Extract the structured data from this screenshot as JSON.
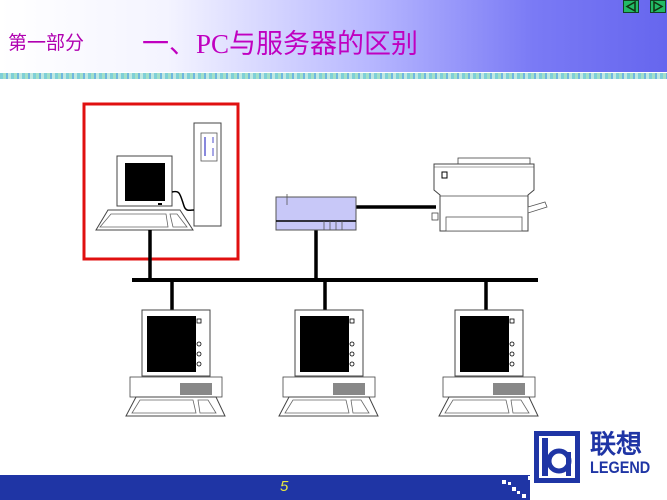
{
  "header": {
    "section": "第一部分",
    "title": "一、PC与服务器的区别",
    "nav": [
      {
        "name": "previous-slide",
        "icon": "triangle-left-icon"
      },
      {
        "name": "next-slide",
        "icon": "triangle-right-icon"
      }
    ]
  },
  "diagram": {
    "highlighted_device": "pc-with-tower",
    "highlight_color": "#e01010",
    "devices": [
      "highlighted-pc",
      "network-hub",
      "printer",
      "client-pc-1",
      "client-pc-2",
      "client-pc-3"
    ]
  },
  "footer": {
    "page_number": "5",
    "bar_color": "#1f35a5",
    "logo_cn": "联想",
    "logo_en": "LEGEND"
  }
}
